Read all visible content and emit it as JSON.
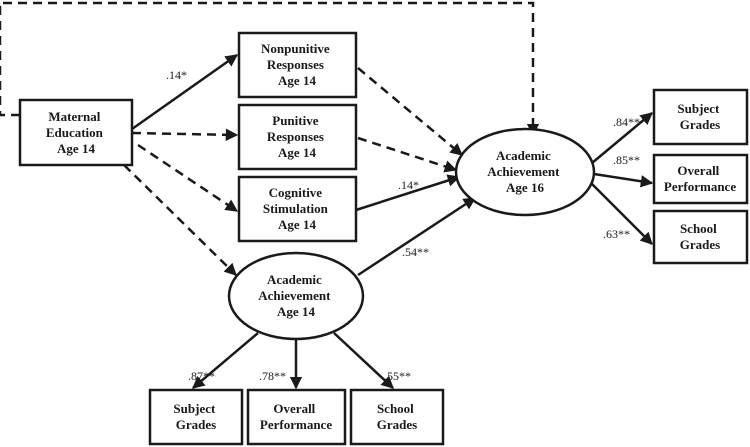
{
  "nodes": {
    "maternal_education": [
      "Maternal",
      "Education",
      "Age 14"
    ],
    "nonpunitive": [
      "Nonpunitive",
      "Responses",
      "Age 14"
    ],
    "punitive": [
      "Punitive",
      "Responses",
      "Age 14"
    ],
    "cognitive": [
      "Cognitive",
      "Stimulation",
      "Age 14"
    ],
    "achievement_14": [
      "Academic",
      "Achievement",
      "Age 14"
    ],
    "achievement_16": [
      "Academic",
      "Achievement",
      "Age 16"
    ],
    "subject_grades_16": [
      "Subject",
      "Grades"
    ],
    "overall_performance_16": [
      "Overall",
      "Performance"
    ],
    "school_grades_16": [
      "School",
      "Grades"
    ],
    "subject_grades_14": [
      "Subject",
      "Grades"
    ],
    "overall_performance_14": [
      "Overall",
      "Performance"
    ],
    "school_grades_14": [
      "School",
      "Grades"
    ]
  },
  "coefficients": {
    "me_to_nonpunitive": ".14*",
    "cognitive_to_ach16": ".14*",
    "ach14_to_ach16": ".54**",
    "ach16_subject": ".84**",
    "ach16_overall": ".85**",
    "ach16_school": ".63**",
    "ach14_subject": ".87**",
    "ach14_overall": ".78**",
    "ach14_school": ".55**"
  },
  "colors": {
    "ink": "#1a1a1a",
    "background": "#ffffff"
  }
}
